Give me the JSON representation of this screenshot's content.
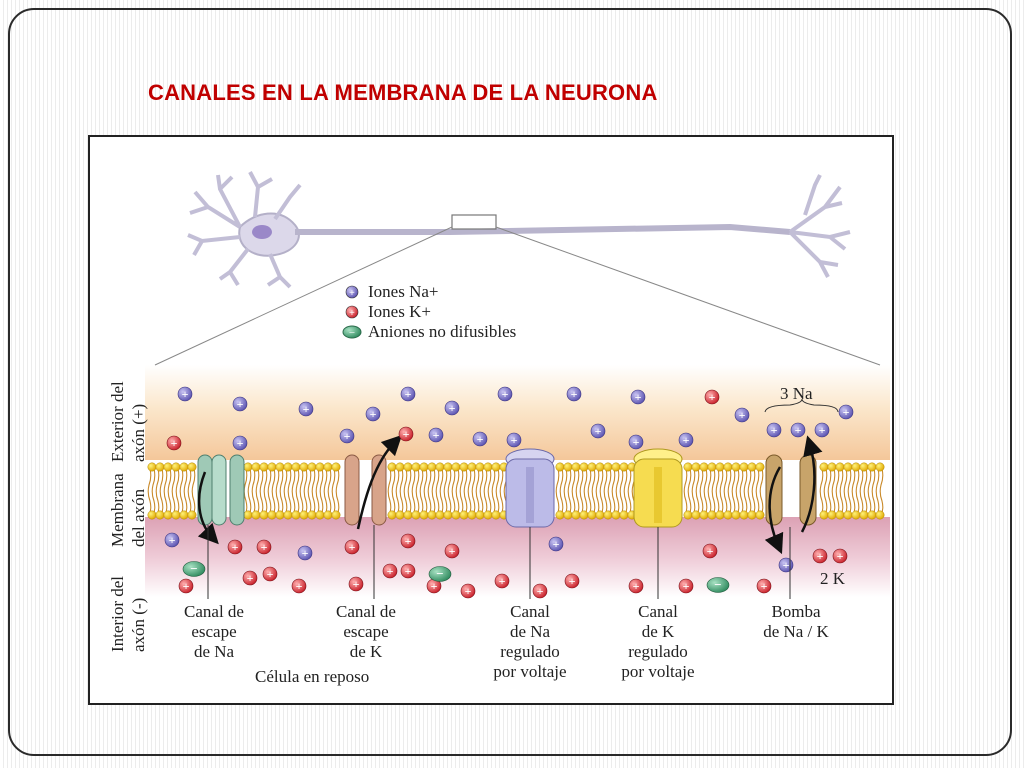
{
  "slide": {
    "title": "CANALES EN LA MEMBRANA DE LA NEURONA"
  },
  "diagram": {
    "legend": [
      {
        "label": "Iones Na+",
        "symbol": "+",
        "color": "#7b73c8"
      },
      {
        "label": "Iones K+",
        "symbol": "+",
        "color": "#d6323a"
      },
      {
        "label": "Aniones no difusibles",
        "symbol": "−",
        "color": "#3f9e72"
      }
    ],
    "side_labels": {
      "exterior": [
        "Exterior del",
        "axón (+)"
      ],
      "membrana": [
        "Membrana",
        "del axón"
      ],
      "interior": [
        "Interior del",
        "axón (-)"
      ]
    },
    "channels": [
      {
        "lines": [
          "Canal de",
          "escape",
          "de Na"
        ]
      },
      {
        "lines": [
          "Canal de",
          "escape",
          "de K"
        ]
      },
      {
        "lines": [
          "Canal",
          "de Na",
          "regulado",
          "por voltaje"
        ]
      },
      {
        "lines": [
          "Canal",
          "de K",
          "regulado",
          "por voltaje"
        ]
      },
      {
        "lines": [
          "Bomba",
          "de Na / K"
        ]
      }
    ],
    "pump_labels": {
      "top": "3 Na",
      "bottom": "2 K"
    },
    "footer": "Célula en reposo",
    "colors": {
      "na_ion": "#7b73c8",
      "k_ion": "#d6323a",
      "anion": "#3f9e72",
      "membrane_head": "#f2c200",
      "exterior_bg": "#f7d3a8",
      "interior_bg": "#e8b3c3"
    }
  }
}
